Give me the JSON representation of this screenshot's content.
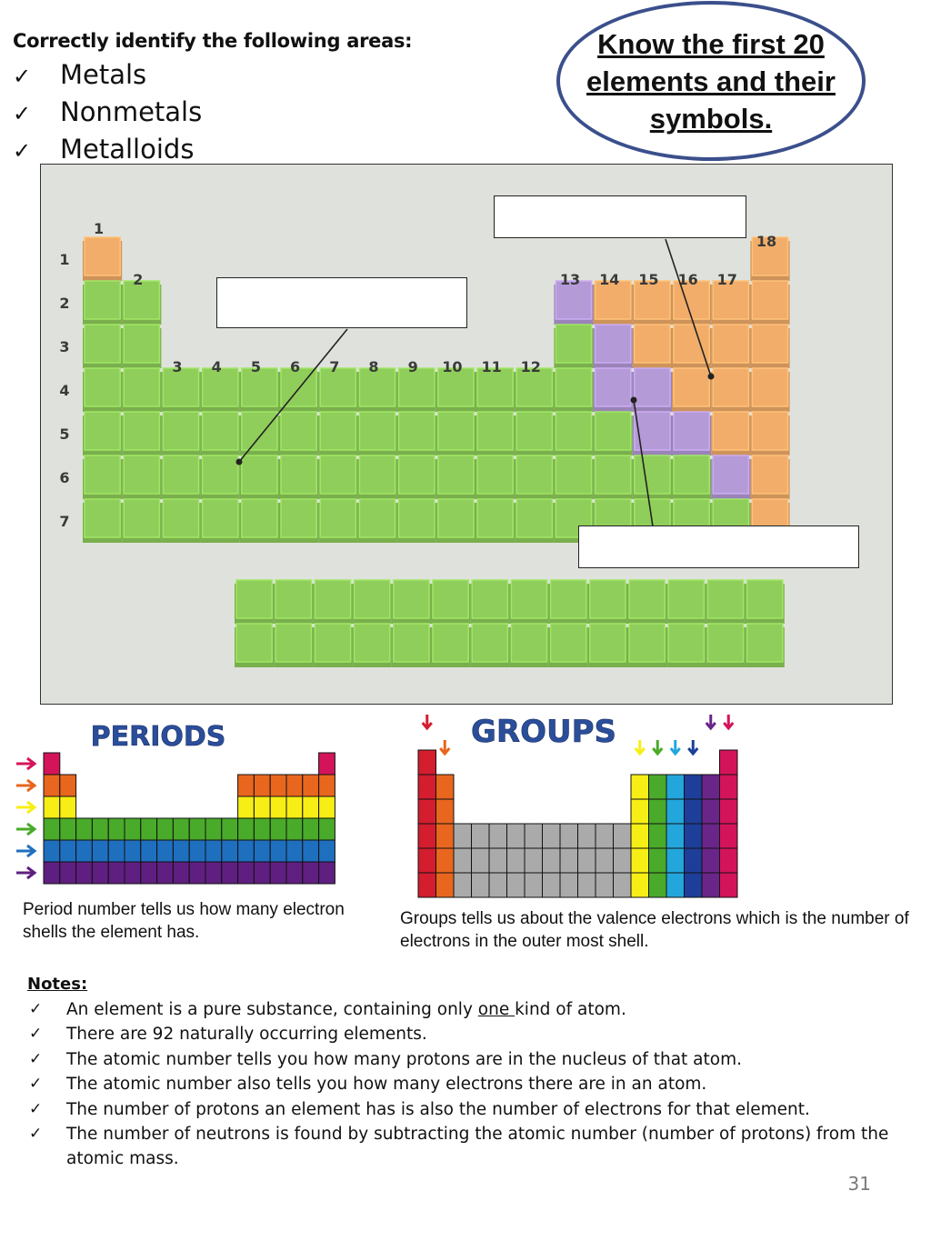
{
  "heading": "Correctly identify the following areas:",
  "check_mark": "✓",
  "checklist": [
    "Metals",
    "Nonmetals",
    "Metalloids"
  ],
  "callout": "Know the first 20 elements and their symbols.",
  "table": {
    "group_numbers": [
      "1",
      "2",
      "3",
      "4",
      "5",
      "6",
      "7",
      "8",
      "9",
      "10",
      "11",
      "12",
      "13",
      "14",
      "15",
      "16",
      "17",
      "18"
    ],
    "period_numbers": [
      "1",
      "2",
      "3",
      "4",
      "5",
      "6",
      "7"
    ]
  },
  "periods_title": "PERIODS",
  "groups_title": "GROUPS",
  "periods_caption": "Period number tells us how many electron shells the element has.",
  "groups_caption": "Groups tells us about the valence electrons which is the number of electrons in the outer most shell.",
  "notes_title": "Notes:",
  "notes": [
    {
      "pre": "An element is a pure substance, containing only ",
      "em": "one ",
      "post": "kind of atom."
    },
    {
      "pre": "There are 92 naturally occurring elements.",
      "em": "",
      "post": ""
    },
    {
      "pre": "The atomic number tells you how many protons are in the nucleus of that atom.",
      "em": "",
      "post": ""
    },
    {
      "pre": "The atomic number also tells you how many electrons there are in an atom.",
      "em": "",
      "post": ""
    },
    {
      "pre": "The number of protons an element has is also the number of electrons for that element.",
      "em": "",
      "post": ""
    },
    {
      "pre": "The number of neutrons is found by subtracting the atomic number (number of protons) from the atomic mass.",
      "em": "",
      "post": ""
    }
  ],
  "page_number": "31",
  "colors": {
    "metal": "#8fce5a",
    "nonmetal": "#f2ad6a",
    "metalloid": "#b59ad8",
    "oval_border": "#3b4f8c",
    "period_rows": [
      "#d4145a",
      "#e8661e",
      "#f7ee16",
      "#4aaa2a",
      "#1f6fbf",
      "#5f1f80"
    ],
    "group_cols": [
      "#d41d2e",
      "#e8661e",
      "#aaaaaa",
      "#f7ee16",
      "#4aaa2a",
      "#23a6dc",
      "#1d3f99",
      "#6a2589",
      "#d4145a"
    ]
  }
}
